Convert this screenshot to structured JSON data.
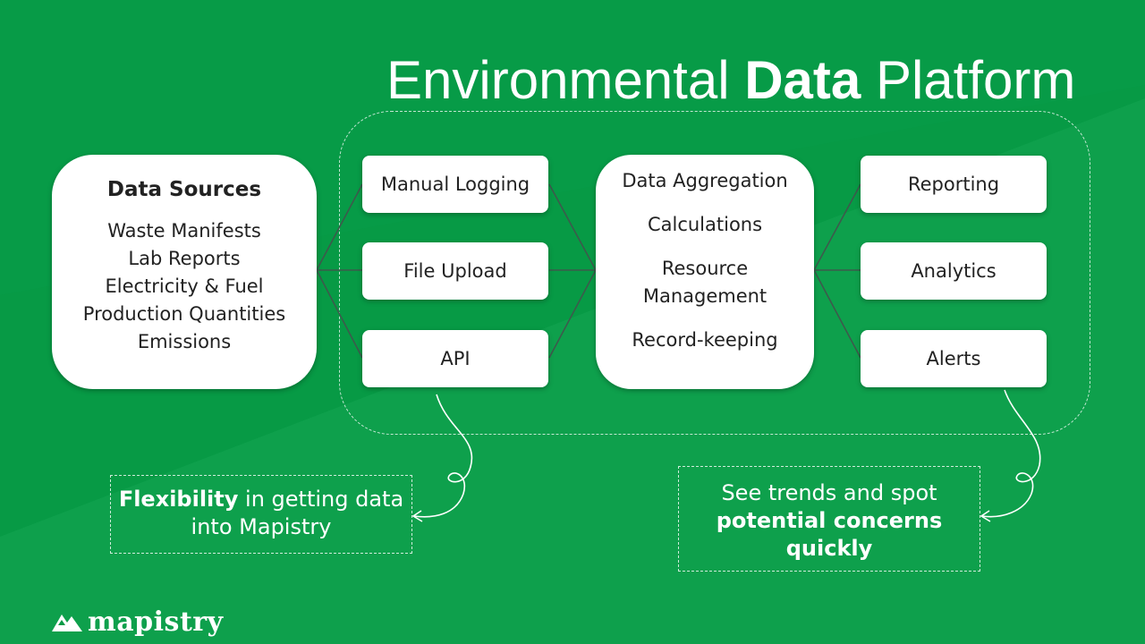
{
  "title": {
    "normal_1": "Environmental",
    "bold": "Data",
    "normal_2": "Platform"
  },
  "sources": {
    "heading": "Data Sources",
    "items": [
      "Waste Manifests",
      "Lab Reports",
      "Electricity & Fuel",
      "Production Quantities",
      "Emissions"
    ]
  },
  "inputs": [
    "Manual Logging",
    "File Upload",
    "API"
  ],
  "processing": [
    "Data Aggregation",
    "Calculations",
    "Resource",
    "Management",
    "Record-keeping"
  ],
  "outputs": [
    "Reporting",
    "Analytics",
    "Alerts"
  ],
  "notes": {
    "left": {
      "bold": "Flexibility",
      "text_1": "in getting data",
      "text_2": "into Mapistry"
    },
    "right": {
      "text_1": "See trends and spot",
      "bold_1": "potential concerns",
      "bold_2": "quickly"
    }
  },
  "logo": {
    "text": "mapistry",
    "icon": "mountain-logo-icon"
  },
  "colors": {
    "background": "#079a45",
    "card": "#ffffff",
    "connector": "#3d5a4c",
    "text": "#222222"
  }
}
